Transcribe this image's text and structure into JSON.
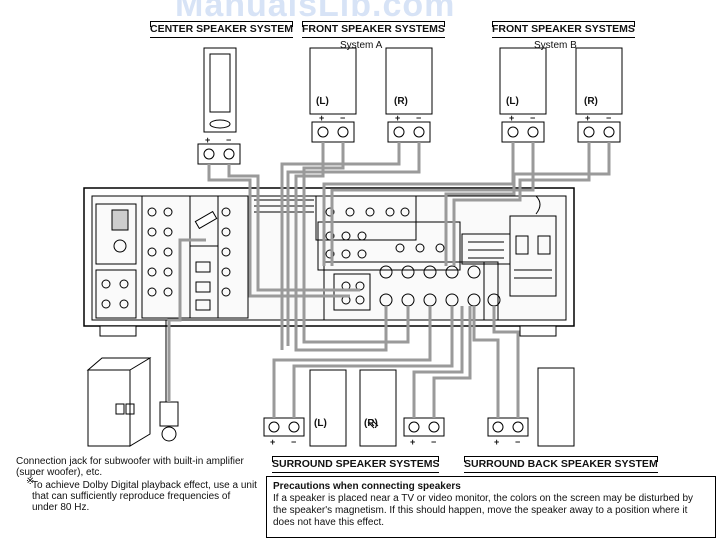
{
  "watermark": "ManualsLib.com",
  "headers": {
    "center": "CENTER SPEAKER SYSTEM",
    "front_a": "FRONT SPEAKER SYSTEMS",
    "front_b": "FRONT SPEAKER SYSTEMS",
    "surround": "SURROUND SPEAKER SYSTEMS",
    "surround_back": "SURROUND BACK SPEAKER SYSTEM"
  },
  "system_a": "System A",
  "system_b": "System B",
  "left": "(L)",
  "right": "(R)",
  "plus": "+",
  "minus": "−",
  "subwoofer_note": {
    "line1": "Connection jack for subwoofer with built-in amplifier",
    "line2": "(super woofer), etc.",
    "star": "※",
    "line3": "To achieve Dolby Digital playback effect, use a unit",
    "line4": "that can sufficiently reproduce frequencies of",
    "line5": "under 80 Hz."
  },
  "precautions": {
    "title": "Precautions when connecting speakers",
    "text": "If a speaker is placed near a TV or video monitor, the colors on the screen may be disturbed by the speaker's magnetism. If this should happen, move the speaker away to a position where it does not have this effect."
  },
  "colors": {
    "cable": "#9a9a9a",
    "line": "#111111",
    "watermark": "#d7e3f6"
  }
}
